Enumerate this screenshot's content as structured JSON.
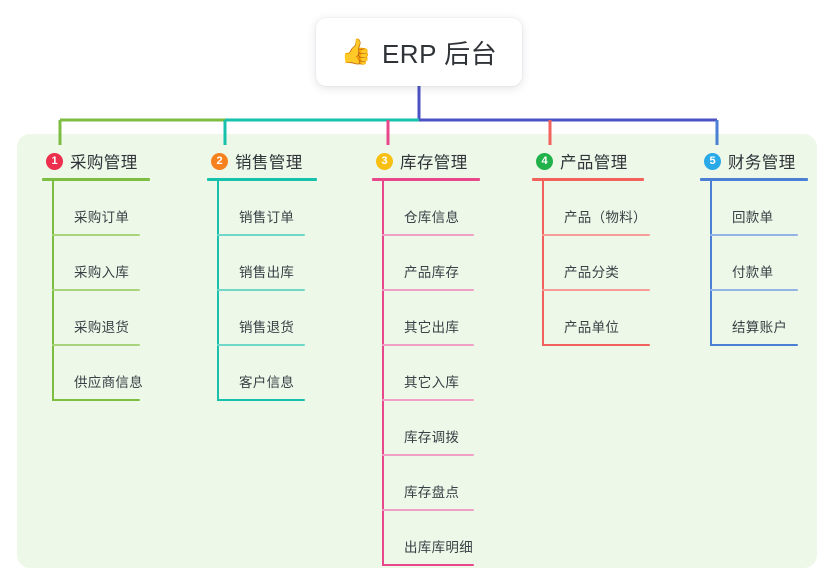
{
  "root": {
    "icon": "thumbs-up-icon",
    "icon_glyph": "👍",
    "label": "ERP 后台"
  },
  "panel": {
    "background": "#eef8e9"
  },
  "colors": {
    "root_wire": "#4b52c4",
    "col1": "#7cbd42",
    "col2": "#17c1ab",
    "col3": "#e8488b",
    "col4": "#f2615c",
    "col5": "#4a7fd4",
    "badge1": "#ed2f4e",
    "badge2": "#f5811f",
    "badge3": "#f7c013",
    "badge4": "#22b24c",
    "badge5": "#2aa9e8"
  },
  "columns": [
    {
      "index": "1",
      "badge_color": "#ed2f4e",
      "line_color": "#7cbd42",
      "soft_line_color": "#a8d47c",
      "title": "采购管理",
      "items": [
        {
          "label": "采购订单"
        },
        {
          "label": "采购入库"
        },
        {
          "label": "采购退货"
        },
        {
          "label": "供应商信息"
        }
      ]
    },
    {
      "index": "2",
      "badge_color": "#f5811f",
      "line_color": "#17c1ab",
      "soft_line_color": "#6fd8c9",
      "title": "销售管理",
      "items": [
        {
          "label": "销售订单"
        },
        {
          "label": "销售出库"
        },
        {
          "label": "销售退货"
        },
        {
          "label": "客户信息"
        }
      ]
    },
    {
      "index": "3",
      "badge_color": "#f7c013",
      "line_color": "#e8488b",
      "soft_line_color": "#f0a0c4",
      "title": "库存管理",
      "items": [
        {
          "label": "仓库信息"
        },
        {
          "label": "产品库存"
        },
        {
          "label": "其它出库"
        },
        {
          "label": "其它入库"
        },
        {
          "label": "库存调拨"
        },
        {
          "label": "库存盘点"
        },
        {
          "label": "出库库明细"
        }
      ]
    },
    {
      "index": "4",
      "badge_color": "#22b24c",
      "line_color": "#f2615c",
      "soft_line_color": "#f79d98",
      "title": "产品管理",
      "items": [
        {
          "label": "产品（物料）"
        },
        {
          "label": "产品分类"
        },
        {
          "label": "产品单位"
        }
      ]
    },
    {
      "index": "5",
      "badge_color": "#2aa9e8",
      "line_color": "#4a7fd4",
      "soft_line_color": "#93b4e6",
      "title": "财务管理",
      "items": [
        {
          "label": "回款单"
        },
        {
          "label": "付款单"
        },
        {
          "label": "结算账户"
        }
      ]
    }
  ]
}
